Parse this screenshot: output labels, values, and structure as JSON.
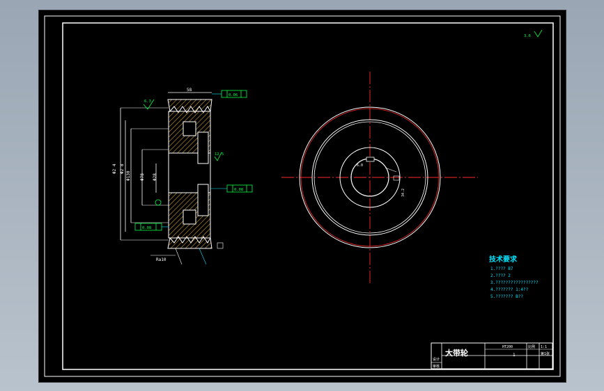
{
  "drawing": {
    "colors": {
      "background": "#000000",
      "outline": "#ffffff",
      "center_line": "#ff2a2a",
      "dimension": "#00e5ff",
      "tolerance_box": "#00ff44",
      "hatch": "#b58a2f"
    },
    "side_view_dims": {
      "top_width": "58",
      "overall_dia_1": "Φ2 4",
      "overall_dia_2": "Φ2 8",
      "bore_dia_1": "Φ130",
      "bore_dia_2": "Φ78",
      "hub_dia": "Φ28",
      "bottom_left": "Ra10",
      "tol_top": "0.06",
      "tol_mid": "0.08",
      "tol_left": "0.08",
      "roughness_top": "6.3",
      "roughness_right": "12.5"
    },
    "front_view_dims": {
      "keyway_width": "6.0",
      "keyway_depth": "34.2"
    },
    "roughness_symbol": "3.6"
  },
  "tech_requirements": {
    "heading": "技术要求",
    "items": [
      "1.????  B7",
      "2.????  2",
      "3.?????????????????",
      "4.???????  1:4??",
      "5.???????  B??"
    ]
  },
  "title_block": {
    "part_name": "大带轮",
    "material_label": "HT200",
    "scale_label": "比例",
    "quantity": "1",
    "scale_value": "1:1",
    "sheet_label": "第1张",
    "row_label_1": "设计",
    "row_label_2": "审核"
  }
}
